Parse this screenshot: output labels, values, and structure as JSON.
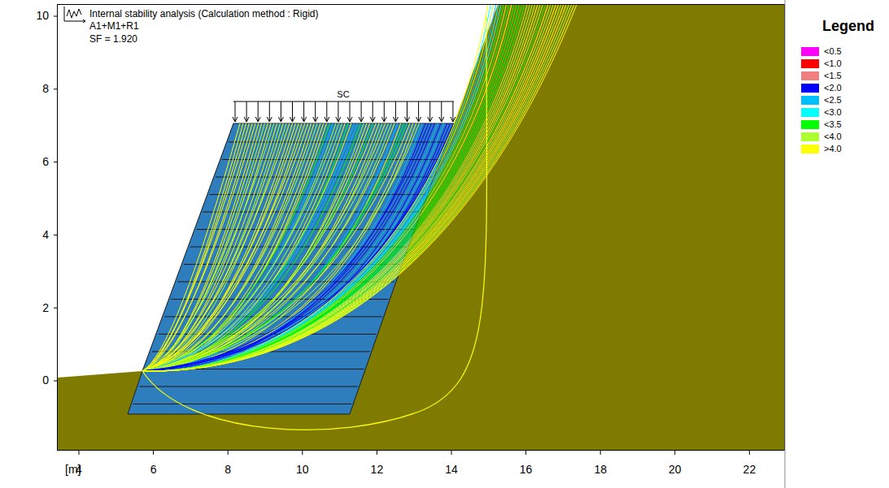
{
  "diagram": {
    "title": "Internal stability analysis (Calculation method : Rigid)",
    "labels": [
      "A1+M1+R1",
      "SF = 1.920",
      "SC",
      "10",
      "8",
      "6",
      "4",
      "2",
      "0",
      "[m]",
      "4",
      "6",
      "8",
      "10",
      "12",
      "14",
      "16",
      "18",
      "20",
      "22",
      "Legend"
    ],
    "legend": [
      {
        "text": "<0.5",
        "color": "#ff00ff"
      },
      {
        "text": "<1.0",
        "color": "#ff0000"
      },
      {
        "text": "<1.5",
        "color": "#f08080"
      },
      {
        "text": "<2.0",
        "color": "#0000ff"
      },
      {
        "text": "<2.5",
        "color": "#00bfff"
      },
      {
        "text": "<3.0",
        "color": "#00ffff"
      },
      {
        "text": "<3.5",
        "color": "#00ff00"
      },
      {
        "text": "<4.0",
        "color": "#adff2f"
      },
      {
        "text": ">4.0",
        "color": "#ffff00"
      }
    ]
  }
}
